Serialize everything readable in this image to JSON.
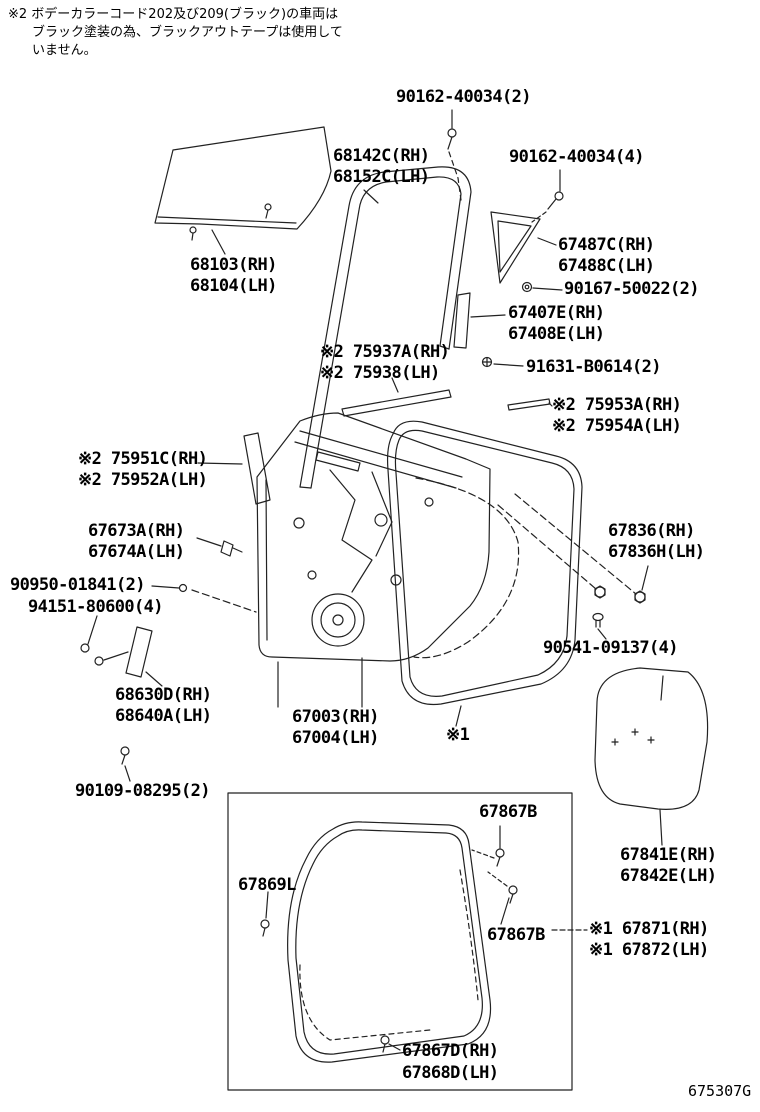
{
  "note": {
    "lines": [
      "※2 ボデーカラーコード202及び209(ブラック)の車両は",
      "ブラック塗装の為、ブラックアウトテープは使用して",
      "いません。"
    ]
  },
  "diagram_code": "675307G",
  "line_color": "#222222",
  "labels": [
    {
      "id": "90162-40034-2",
      "text": "90162-40034(2)"
    },
    {
      "id": "68142C-RH",
      "text": "68142C(RH)"
    },
    {
      "id": "68152C-LH",
      "text": "68152C(LH)"
    },
    {
      "id": "90162-40034-4",
      "text": "90162-40034(4)"
    },
    {
      "id": "67487C-RH",
      "text": "67487C(RH)"
    },
    {
      "id": "67488C-LH",
      "text": "67488C(LH)"
    },
    {
      "id": "68103-RH",
      "text": "68103(RH)"
    },
    {
      "id": "68104-LH",
      "text": "68104(LH)"
    },
    {
      "id": "90167-50022-2",
      "text": "90167-50022(2)"
    },
    {
      "id": "67407E-RH",
      "text": "67407E(RH)"
    },
    {
      "id": "67408E-LH",
      "text": "67408E(LH)"
    },
    {
      "id": "75937A-RH",
      "text": "※2 75937A(RH)"
    },
    {
      "id": "75938-LH",
      "text": "※2 75938(LH)"
    },
    {
      "id": "91631-B0614-2",
      "text": "91631-B0614(2)"
    },
    {
      "id": "75953A-RH",
      "text": "※2 75953A(RH)"
    },
    {
      "id": "75954A-LH",
      "text": "※2 75954A(LH)"
    },
    {
      "id": "75951C-RH",
      "text": "※2 75951C(RH)"
    },
    {
      "id": "75952A-LH",
      "text": "※2 75952A(LH)"
    },
    {
      "id": "67673A-RH",
      "text": "67673A(RH)"
    },
    {
      "id": "67674A-LH",
      "text": "67674A(LH)"
    },
    {
      "id": "67836-RH",
      "text": "67836(RH)"
    },
    {
      "id": "67836H-LH",
      "text": "67836H(LH)"
    },
    {
      "id": "90950-01841-2",
      "text": "90950-01841(2)"
    },
    {
      "id": "94151-80600-4",
      "text": "94151-80600(4)"
    },
    {
      "id": "90541-09137-4",
      "text": "90541-09137(4)"
    },
    {
      "id": "68630D-RH",
      "text": "68630D(RH)"
    },
    {
      "id": "68640A-LH",
      "text": "68640A(LH)"
    },
    {
      "id": "67003-RH",
      "text": "67003(RH)"
    },
    {
      "id": "67004-LH",
      "text": "67004(LH)"
    },
    {
      "id": "ref-1",
      "text": "※1"
    },
    {
      "id": "90109-08295-2",
      "text": "90109-08295(2)"
    },
    {
      "id": "67867B-top",
      "text": "67867B"
    },
    {
      "id": "67841E-RH",
      "text": "67841E(RH)"
    },
    {
      "id": "67842E-LH",
      "text": "67842E(LH)"
    },
    {
      "id": "67869L",
      "text": "67869L"
    },
    {
      "id": "67867B-mid",
      "text": "67867B"
    },
    {
      "id": "67871-RH",
      "text": "※1 67871(RH)"
    },
    {
      "id": "67872-LH",
      "text": "※1 67872(LH)"
    },
    {
      "id": "67867D-RH",
      "text": "67867D(RH)"
    },
    {
      "id": "67868D-LH",
      "text": "67868D(LH)"
    }
  ]
}
